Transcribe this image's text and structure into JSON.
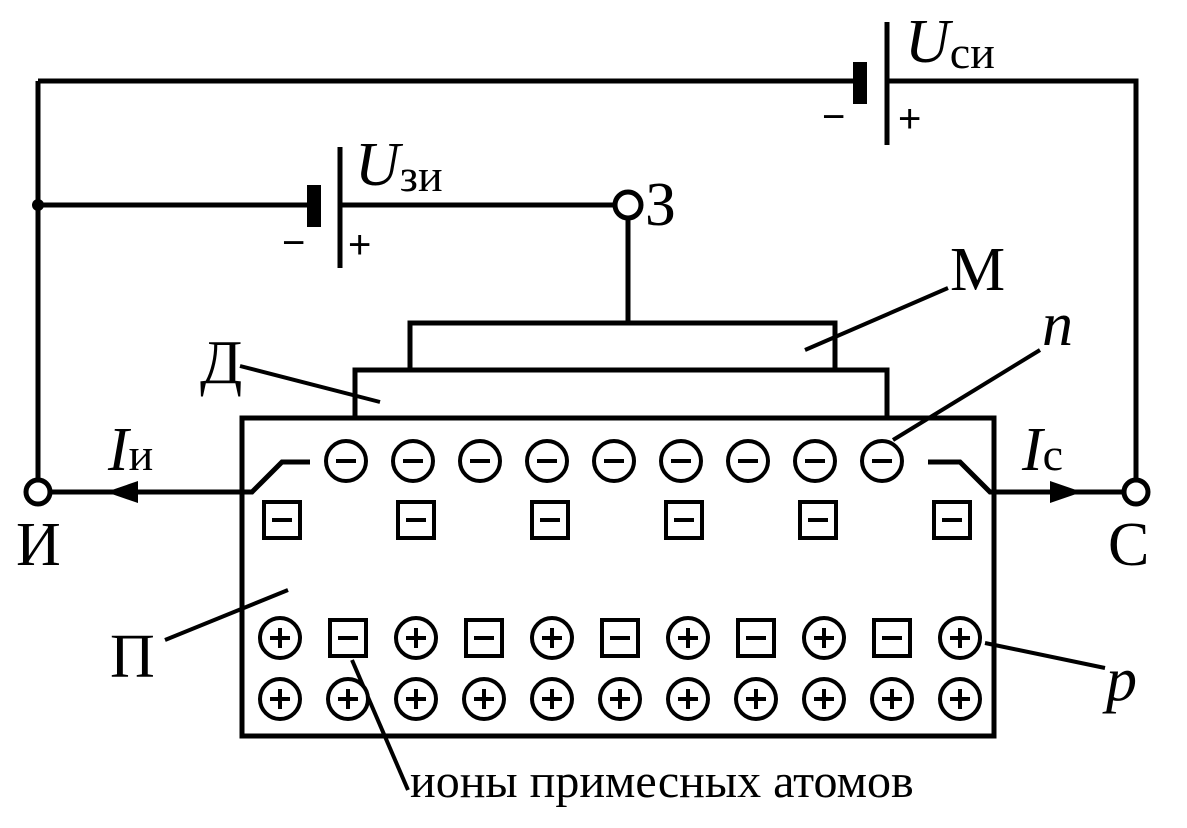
{
  "labels": {
    "source_terminal": "И",
    "drain_terminal": "С",
    "gate_terminal": "З",
    "metal": "М",
    "dielectric": "Д",
    "substrate": "П",
    "n_region": "n",
    "p_region": "p",
    "impurity_ions": "ионы примесных атомов",
    "u_si_main": "U",
    "u_si_sub": "си",
    "u_zi_main": "U",
    "u_zi_sub": "зи",
    "i_source_main": "I",
    "i_source_sub": "и",
    "i_drain_main": "I",
    "i_drain_sub": "с",
    "minus": "−",
    "plus": "+"
  },
  "rows": {
    "electrons_count": 9,
    "channel_ions_count": 6,
    "p_row1": [
      "+",
      "−",
      "+",
      "−",
      "+",
      "−",
      "+",
      "−",
      "+",
      "−",
      "+"
    ],
    "p_row2": [
      "+",
      "+",
      "+",
      "+",
      "+",
      "+",
      "+",
      "+",
      "+",
      "+",
      "+"
    ]
  }
}
